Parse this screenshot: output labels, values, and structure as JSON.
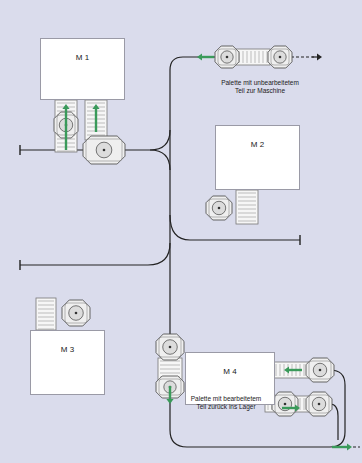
{
  "diagram": {
    "nodes": [
      {
        "text": [
          "M 1"
        ]
      },
      {
        "text": [
          "M 2"
        ]
      },
      {
        "text": [
          "M 3"
        ]
      },
      {
        "text": [
          "M 4"
        ]
      }
    ],
    "labels": [
      "Palette mit unbearbeitetem Teil zur Maschine",
      "Palette mit bearbeitetem Teil zurück ins Lager"
    ]
  }
}
